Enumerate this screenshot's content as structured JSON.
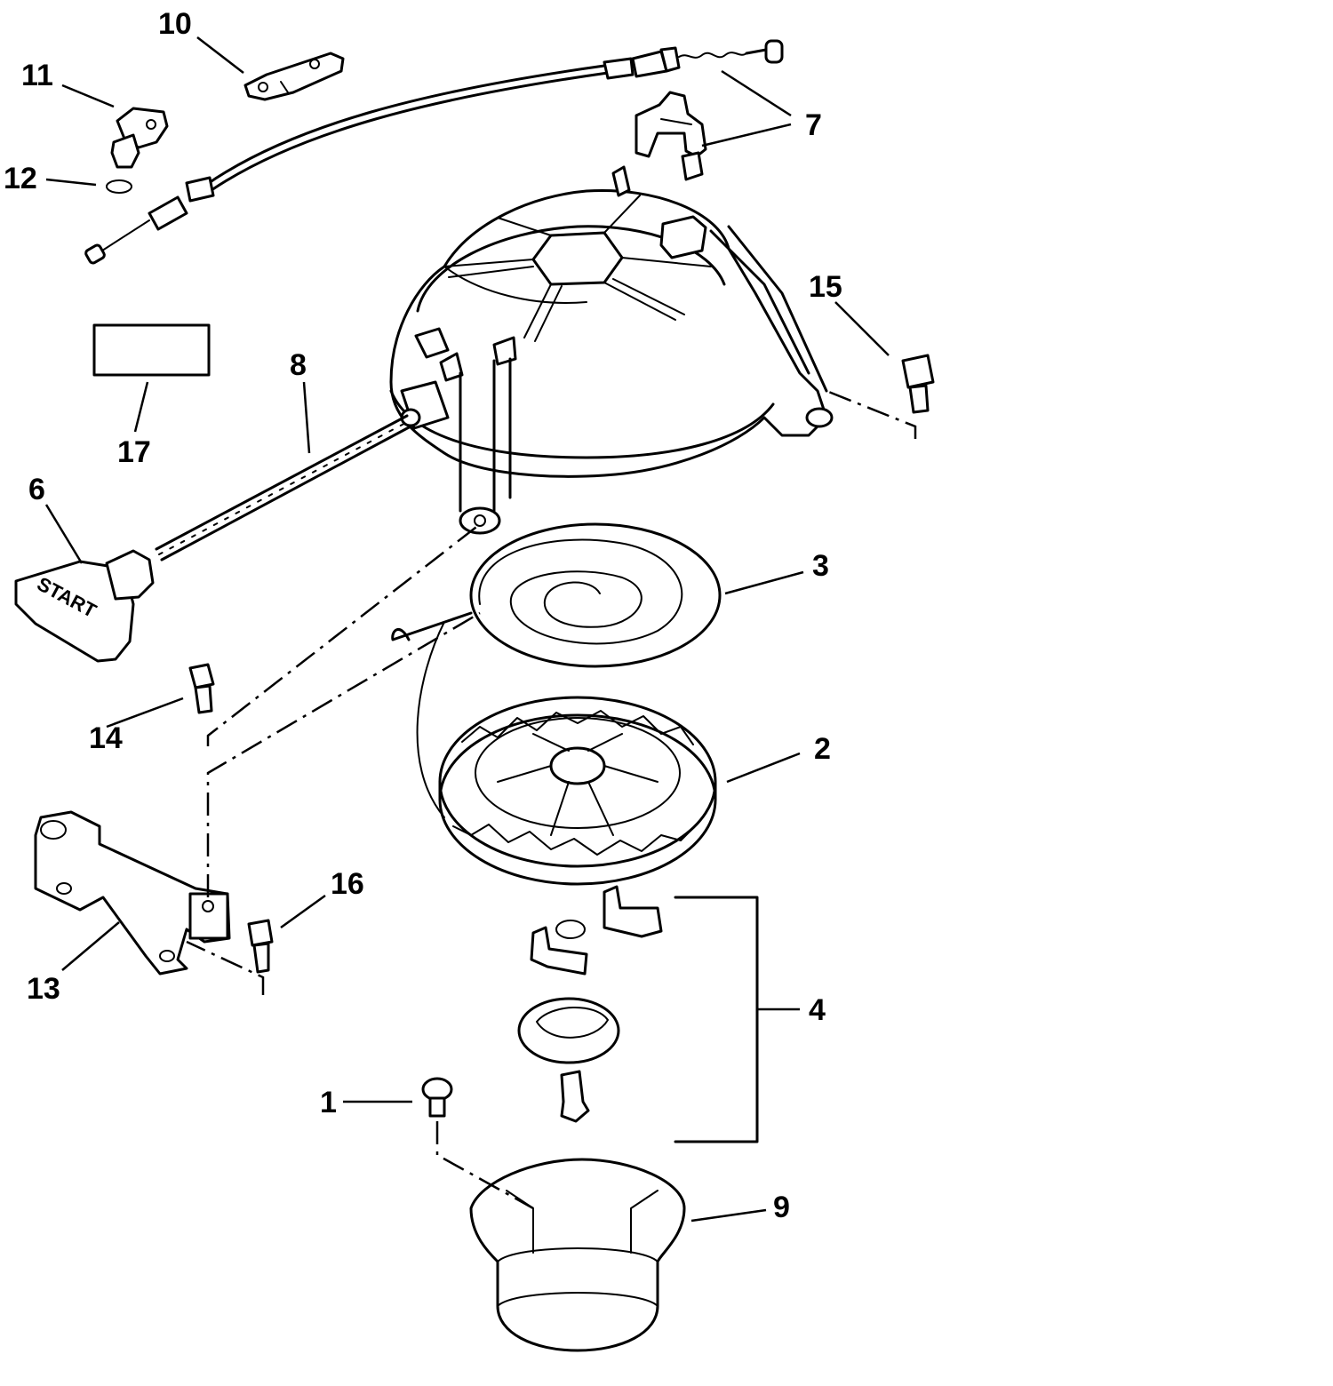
{
  "callouts": {
    "c1": "1",
    "c2": "2",
    "c3": "3",
    "c4": "4",
    "c6": "6",
    "c7": "7",
    "c8": "8",
    "c9": "9",
    "c10": "10",
    "c11": "11",
    "c12": "12",
    "c13": "13",
    "c14": "14",
    "c15": "15",
    "c16": "16",
    "c17": "17"
  },
  "handle_text": "START"
}
